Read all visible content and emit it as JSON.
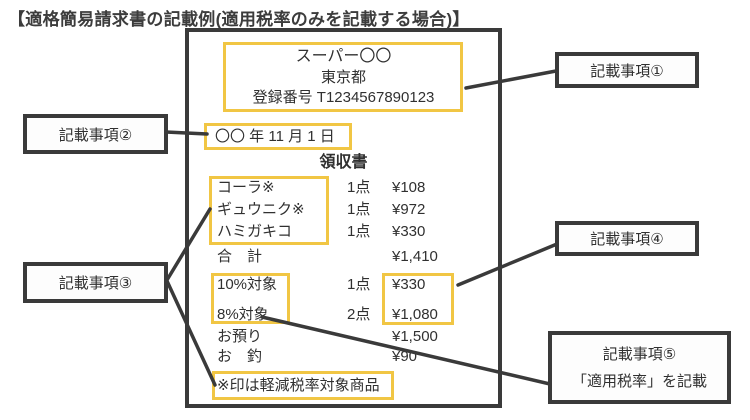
{
  "title": "【適格簡易請求書の記載例(適用税率のみを記載する場合)】",
  "colors": {
    "highlight": "#f1c644",
    "outline": "#3a3a3a",
    "text": "#303030"
  },
  "receipt": {
    "store": {
      "name": "スーパー〇〇",
      "location": "東京都",
      "registration": "登録番号 T1234567890123"
    },
    "date": "〇〇 年 11 月 1 日",
    "doc_title": "領収書",
    "items": [
      {
        "name": "コーラ※",
        "qty": "1点",
        "price": "¥108"
      },
      {
        "name": "ギュウニク※",
        "qty": "1点",
        "price": "¥972"
      },
      {
        "name": "ハミガキコ",
        "qty": "1点",
        "price": "¥330"
      }
    ],
    "total": {
      "label": "合　計",
      "price": "¥1,410"
    },
    "tax_lines": [
      {
        "label": "10%対象",
        "qty": "1点",
        "price": "¥330"
      },
      {
        "label": "8%対象",
        "qty": "2点",
        "price": "¥1,080"
      }
    ],
    "tendered": {
      "label": "お預り",
      "price": "¥1,500"
    },
    "change": {
      "label": "お　釣",
      "price": "¥90"
    },
    "note": "※印は軽減税率対象商品"
  },
  "callouts": {
    "item1": "記載事項①",
    "item2": "記載事項②",
    "item3": "記載事項③",
    "item4": "記載事項④",
    "item5_line1": "記載事項⑤",
    "item5_line2": "「適用税率」を記載"
  }
}
